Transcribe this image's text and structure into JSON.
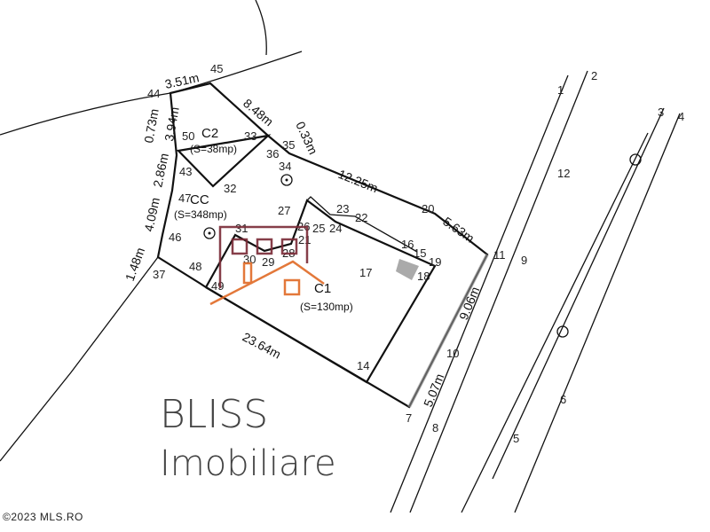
{
  "points": [
    "1",
    "2",
    "3",
    "4",
    "5",
    "6",
    "7",
    "8",
    "9",
    "10",
    "11",
    "12",
    "14",
    "15",
    "16",
    "17",
    "18",
    "19",
    "20",
    "21",
    "22",
    "23",
    "24",
    "25",
    "26",
    "27",
    "28",
    "29",
    "30",
    "31",
    "32",
    "33",
    "34",
    "35",
    "36",
    "37",
    "43",
    "44",
    "45",
    "46",
    "47",
    "48",
    "49",
    "50"
  ],
  "measurements": [
    "3.51m",
    "8.48m",
    "0.33m",
    "12.25m",
    "5.63m",
    "9.06m",
    "5.07m",
    "23.64m",
    "1.48m",
    "4.09m",
    "2.86m",
    "3.94m",
    "0.73m"
  ],
  "areas": {
    "c1": {
      "name": "C1",
      "surface": "(S=130mp)"
    },
    "c2": {
      "name": "C2",
      "surface": "(S=38mp)"
    },
    "cc": {
      "name": "CC",
      "surface": "(S=348mp)"
    }
  },
  "watermark": {
    "line1": "BLISS",
    "line2": "Imobiliare",
    "logo_color": "#7a2a36",
    "roof_color": "#e06a25"
  },
  "copyright": "©2023 MLS.RO"
}
